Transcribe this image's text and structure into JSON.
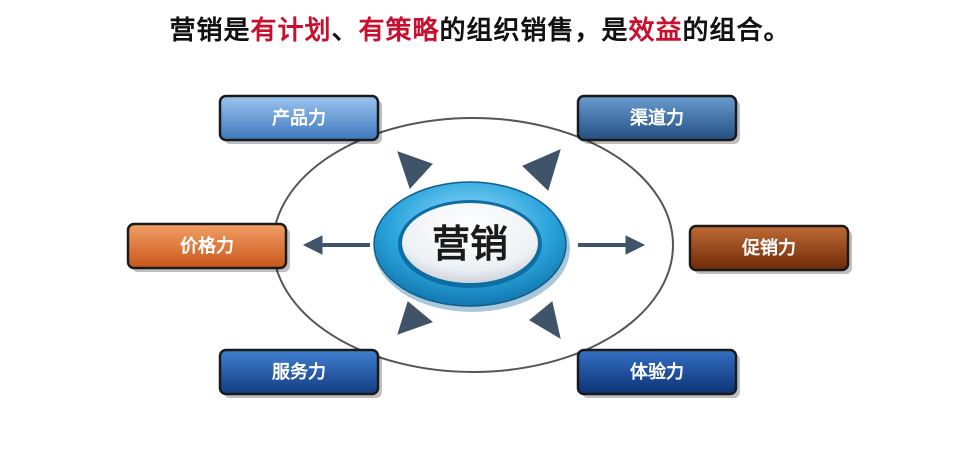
{
  "title": {
    "parts": [
      {
        "text": "营销是",
        "highlight": false
      },
      {
        "text": "有计划",
        "highlight": true
      },
      {
        "text": "、",
        "highlight": false
      },
      {
        "text": "有策略",
        "highlight": true
      },
      {
        "text": "的组织销售，是",
        "highlight": false
      },
      {
        "text": "效益",
        "highlight": true
      },
      {
        "text": "的组合。",
        "highlight": false
      }
    ]
  },
  "center": {
    "label": "营销"
  },
  "nodes": [
    {
      "id": "product",
      "label": "产品力",
      "color": "#4a86c8"
    },
    {
      "id": "channel",
      "label": "渠道力",
      "color": "#2f5f94"
    },
    {
      "id": "price",
      "label": "价格力",
      "color": "#d9692a"
    },
    {
      "id": "promotion",
      "label": "促销力",
      "color": "#8a3b12"
    },
    {
      "id": "service",
      "label": "服务力",
      "color": "#1d4f9b"
    },
    {
      "id": "experience",
      "label": "体验力",
      "color": "#12408c"
    }
  ],
  "colors": {
    "highlight": "#c8102e",
    "arrow": "#3f5369",
    "ring": "#2a9fd6",
    "orbit": "#555555"
  }
}
